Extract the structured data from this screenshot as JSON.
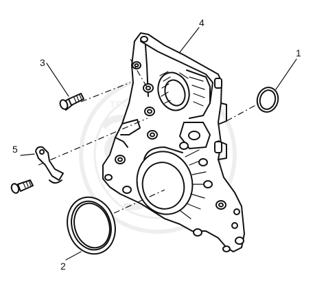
{
  "callouts": [
    {
      "id": "1",
      "text": "1"
    },
    {
      "id": "2",
      "text": "2"
    },
    {
      "id": "3",
      "text": "3"
    },
    {
      "id": "4",
      "text": "4"
    },
    {
      "id": "5",
      "text": "5"
    }
  ],
  "watermark": {
    "text": "TECHN"
  },
  "colors": {
    "ink": "#111111",
    "background": "#ffffff",
    "watermark": "#d8d8d8"
  }
}
